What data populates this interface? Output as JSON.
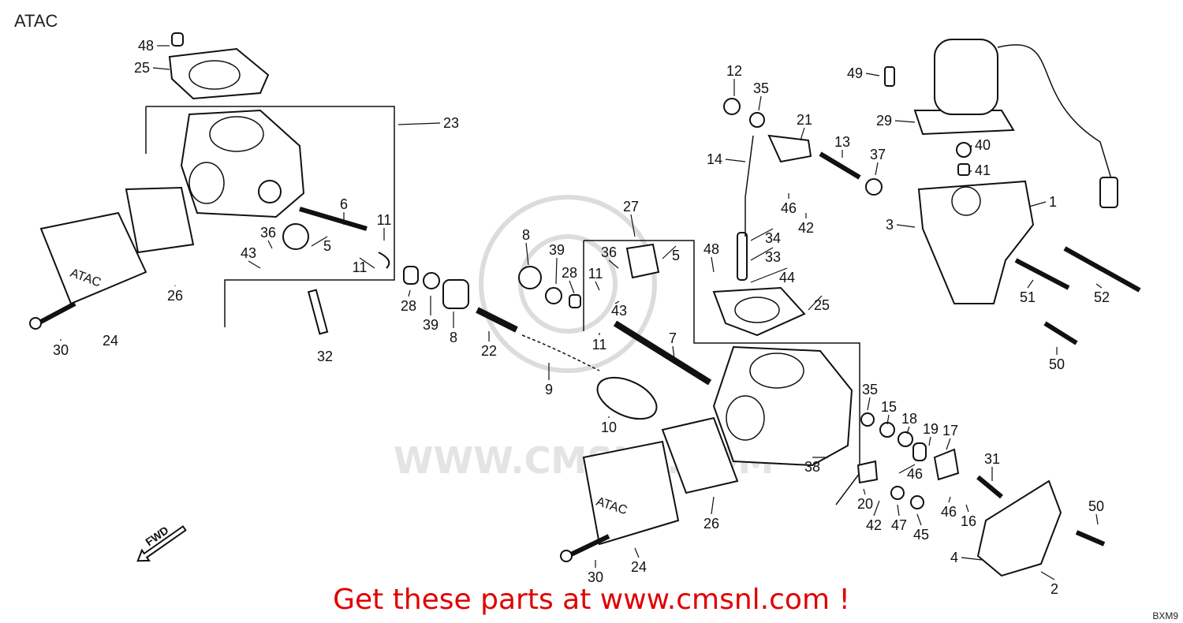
{
  "title": "ATAC",
  "call_to_action": "Get these parts at www.cmsnl.com !",
  "watermark": "WWW.CMSNL.COM",
  "diagram_code": "BXM9",
  "fwd_marker": "FWD",
  "part_stamp": "ATAC",
  "callouts": [
    "48",
    "25",
    "23",
    "6",
    "11",
    "36",
    "43",
    "5",
    "11",
    "26",
    "24",
    "30",
    "32",
    "28",
    "39",
    "8",
    "22",
    "9",
    "10",
    "8",
    "39",
    "28",
    "36",
    "11",
    "43",
    "11",
    "5",
    "27",
    "7",
    "48",
    "34",
    "33",
    "44",
    "25",
    "12",
    "35",
    "21",
    "14",
    "13",
    "37",
    "46",
    "42",
    "49",
    "29",
    "40",
    "41",
    "1",
    "3",
    "51",
    "52",
    "50",
    "35",
    "15",
    "18",
    "19",
    "17",
    "38",
    "20",
    "46",
    "42",
    "47",
    "45",
    "31",
    "46",
    "16",
    "50",
    "4",
    "2",
    "26",
    "24",
    "30"
  ]
}
